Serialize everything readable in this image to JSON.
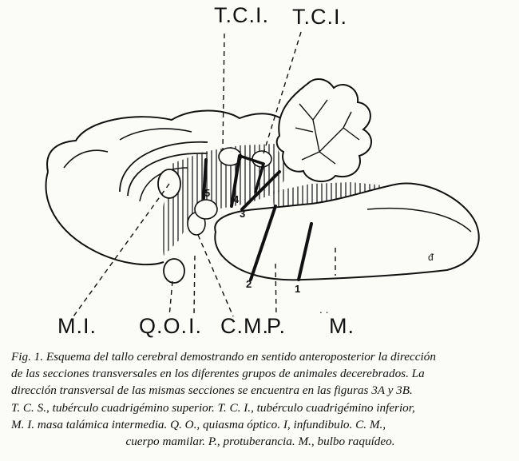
{
  "labels": {
    "tci_left": "T.C.I.",
    "tci_right": "T.C.I.",
    "mi": "M.I.",
    "qo": "Q.O.",
    "i": "I.",
    "cm": "C.M.",
    "p": "P.",
    "m": "M."
  },
  "section_numbers": [
    "1",
    "2",
    "3",
    "4",
    "5"
  ],
  "caption_lines": [
    "Fig. 1.  Esquema del tallo cerebral demostrando en sentido anteroposterior la dirección",
    "de las secciones transversales en los diferentes grupos de animales decerebrados.  La",
    "dirección transversal de las mismas secciones se encuentra en las figuras 3A y 3B.",
    "T. C. S., tubérculo cuadrigémino superior.  T. C. I., tubérculo cuadrigémino inferior,",
    "M. I. masa talámica intermedia.  Q. O., quiasma óptico.  I, infundibulo.  C. M.,",
    "cuerpo mamilar.  P., protuberancia.  M., bulbo raquídeo."
  ]
}
